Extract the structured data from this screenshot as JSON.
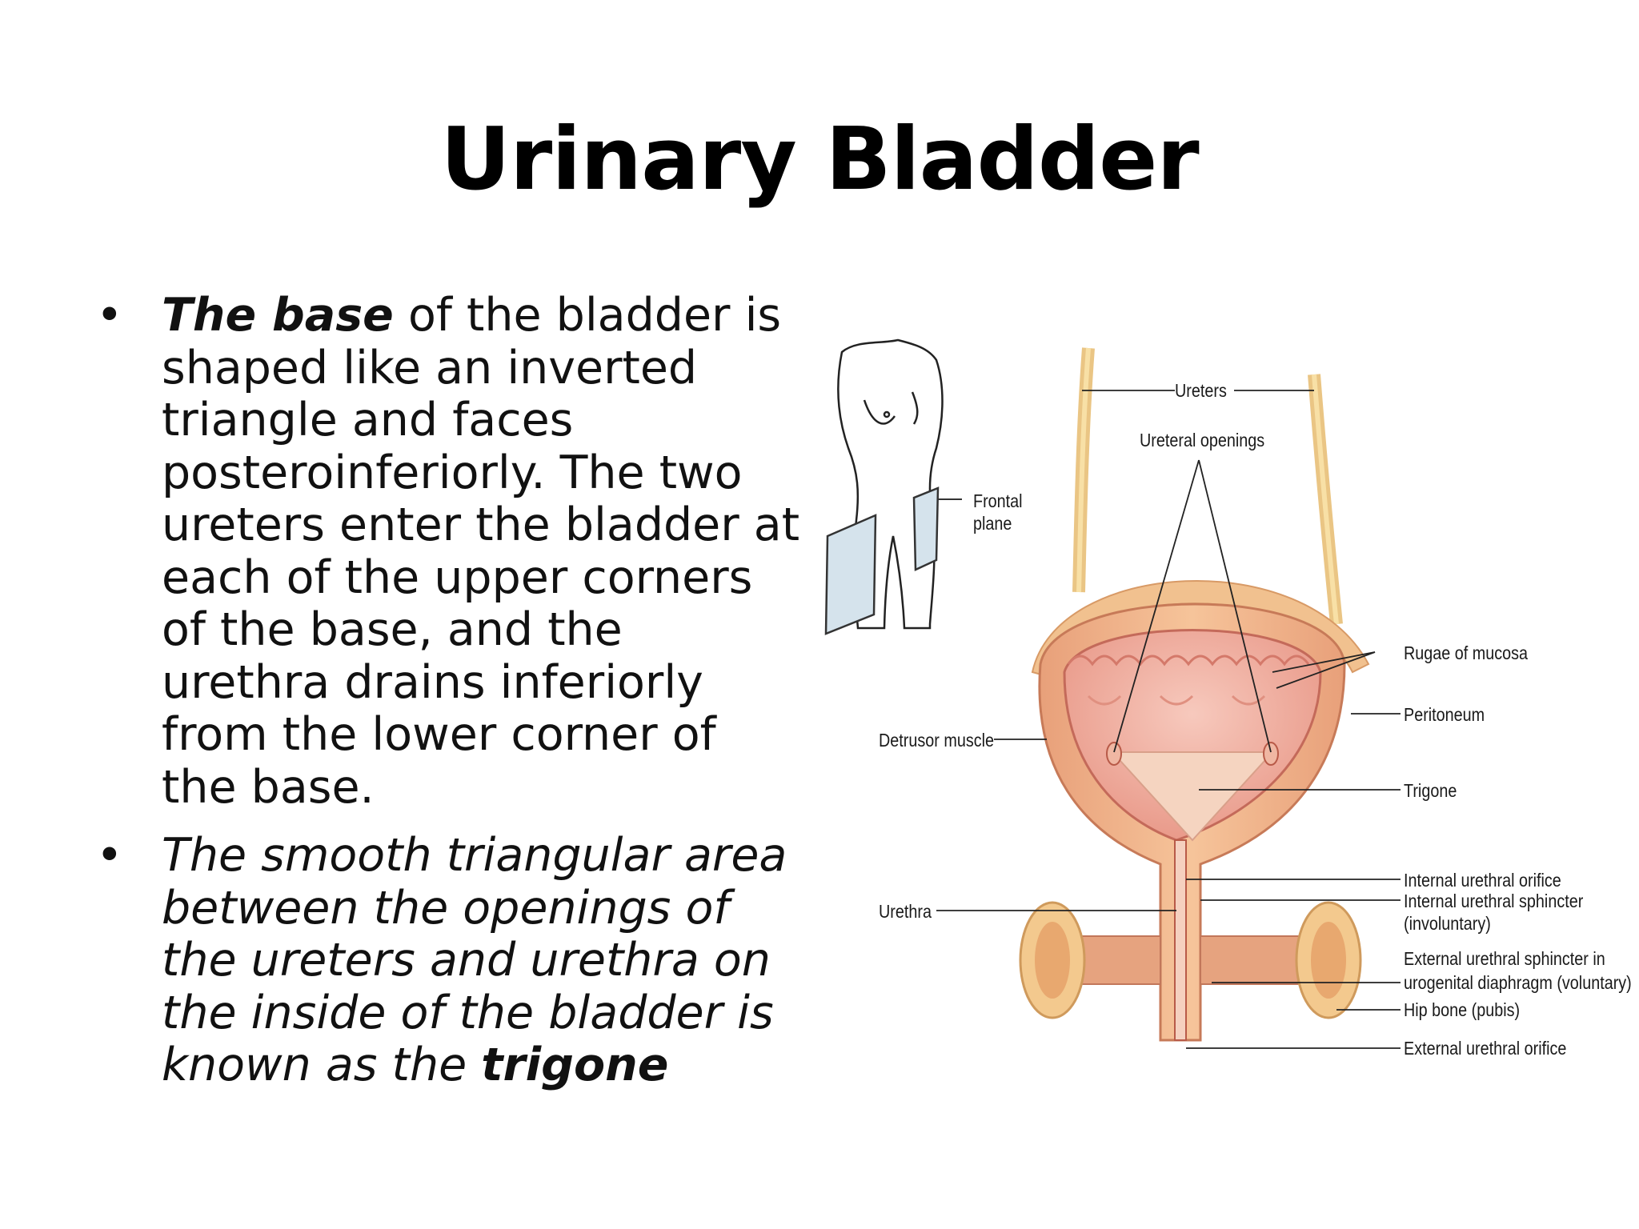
{
  "title": "Urinary Bladder",
  "bullets": [
    {
      "lead": "The base",
      "body": " of the bladder is shaped like an inverted triangle and faces posteroinferiorly. The two ureters enter the bladder at each of the upper corners of the base, and the urethra drains inferiorly from the lower corner of the base."
    },
    {
      "body": "The smooth triangular area between the openings of the ureters and urethra on the inside of the bladder is known as the ",
      "emphasis": "trigone"
    }
  ],
  "bullet_symbol": "•",
  "figure": {
    "labels": {
      "ureters": "Ureters",
      "ureteral_openings": "Ureteral openings",
      "frontal_plane": "Frontal plane",
      "rugae_of_mucosa": "Rugae of mucosa",
      "peritoneum": "Peritoneum",
      "detrusor_muscle": "Detrusor muscle",
      "trigone": "Trigone",
      "internal_urethral_orifice": "Internal urethral orifice",
      "internal_urethral_sphincter": "Internal urethral sphincter",
      "involuntary": "(involuntary)",
      "external_urethral_sphincter": "External urethral sphincter in",
      "urogenital_diaphragm": "urogenital diaphragm (voluntary)",
      "hip_bone": "Hip bone (pubis)",
      "external_urethral_orifice": "External urethral orifice",
      "urethra": "Urethra"
    }
  }
}
